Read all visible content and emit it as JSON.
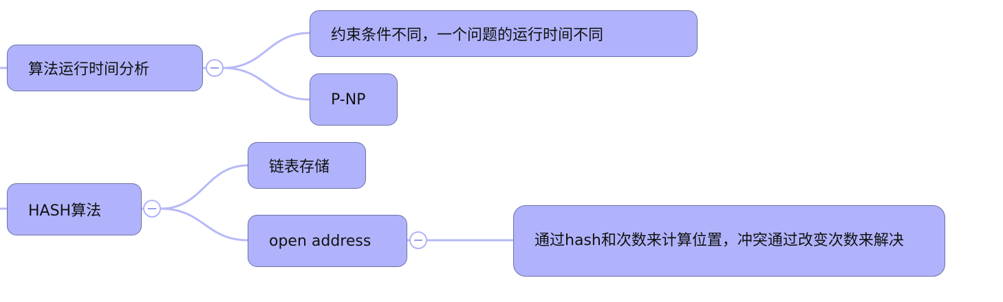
{
  "theme": {
    "node_fill": "#b0b3fb",
    "node_border": "#6b6fa8",
    "link_color": "#b7b9f7",
    "text_color": "#111111"
  },
  "nodes": {
    "algo_runtime": "算法运行时间分析",
    "constraints": "约束条件不同，一个问题的运行时间不同",
    "p_np": "P-NP",
    "hash_algo": "HASH算法",
    "linked_storage": "链表存储",
    "open_address": "open address",
    "open_address_detail": "通过hash和次数来计算位置，冲突通过改变次数来解决"
  },
  "toggles": {
    "icon": "collapse-minus-icon"
  }
}
